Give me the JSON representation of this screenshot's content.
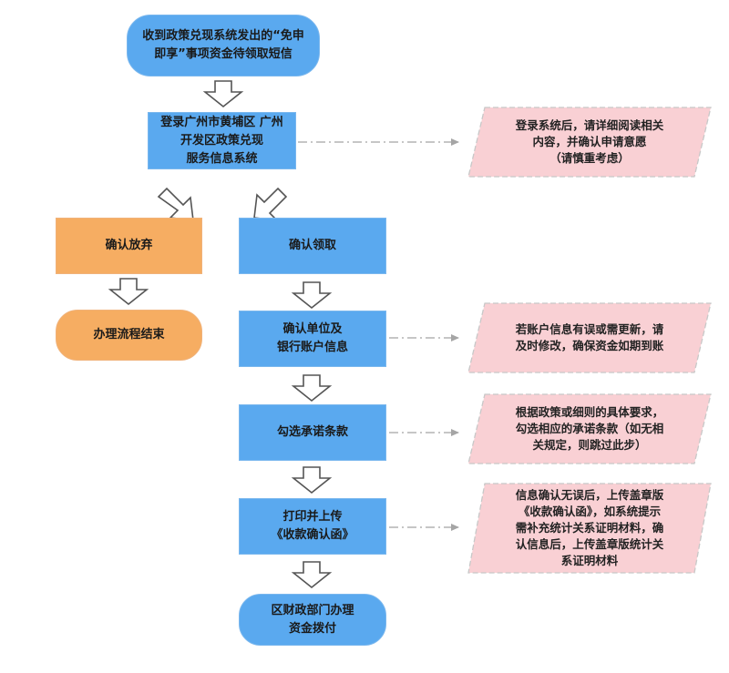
{
  "colors": {
    "blue_box": "#5aa9ef",
    "orange_box": "#f6ad62",
    "note_fill": "#f9d0d4",
    "note_border": "#c8c8c8",
    "connector": "#a5a5a5"
  },
  "flow": {
    "start": "收到政策兑现系统发出的“免申\n即享”事项资金待领取短信",
    "login": "登录广州市黄埔区 广州\n开发区政策兑现\n服务信息系统",
    "give_up": "确认放弃",
    "end_process": "办理流程结束",
    "confirm_claim": "确认领取",
    "confirm_bank": "确认单位及\n银行账户信息",
    "check_terms": "勾选承诺条款",
    "print_upload": "打印并上传\n《收款确认函》",
    "finish": "区财政部门办理\n资金拨付"
  },
  "notes": {
    "login_note": "登录系统后，请详细阅读相关\n内容，并确认申请意愿\n（请慎重考虑）",
    "bank_note": "若账户信息有误或需更新，请\n及时修改，确保资金如期到账",
    "terms_note": "根据政策或细则的具体要求，\n勾选相应的承诺条款（如无相\n关规定，则跳过此步）",
    "upload_note": "信息确认无误后，上传盖章版\n《收款确认函》，如系统提示\n需补充统计关系证明材料，确\n认信息后，上传盖章版统计关\n系证明材料"
  }
}
